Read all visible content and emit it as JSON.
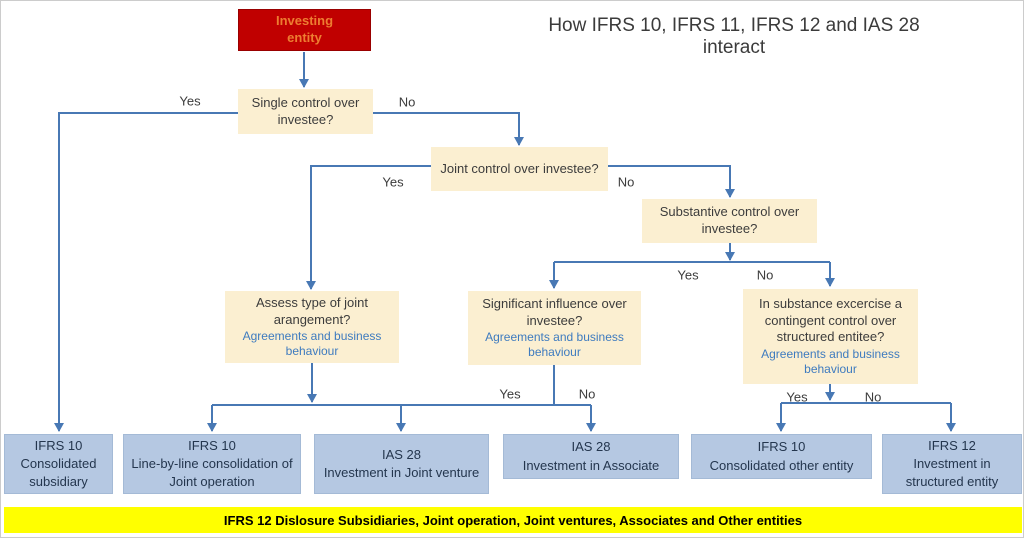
{
  "title": "How IFRS 10, IFRS 11, IFRS 12 and IAS 28 interact",
  "labels": {
    "yes": "Yes",
    "no": "No"
  },
  "root": {
    "label": "Investing entity"
  },
  "decisions": {
    "single": {
      "question": "Single control over investee?"
    },
    "joint": {
      "question": "Joint control over investee?"
    },
    "substantive": {
      "question": "Substantive control over investee?"
    },
    "assess": {
      "question": "Assess type of joint arangement?",
      "note": "Agreements and business behaviour"
    },
    "significant": {
      "question": "Significant influence over investee?",
      "note": "Agreements and business behaviour"
    },
    "insubstance": {
      "question": "In substance excercise a contingent control over structured entitee?",
      "note": "Agreements and business behaviour"
    }
  },
  "outcomes": [
    {
      "standard": "IFRS 10",
      "description": "Consolidated subsidiary"
    },
    {
      "standard": "IFRS 10",
      "description": "Line-by-line consolidation of Joint operation"
    },
    {
      "standard": "IAS 28",
      "description": "Investment in Joint venture"
    },
    {
      "standard": "IAS 28",
      "description": "Investment in Associate"
    },
    {
      "standard": "IFRS 10",
      "description": "Consolidated other entity"
    },
    {
      "standard": "IFRS 12",
      "description": "Investment in structured entity"
    }
  ],
  "banner": {
    "text": "IFRS 12 Dislosure Subsidiaries, Joint operation, Joint ventures, Associates and Other entities"
  },
  "colors": {
    "root_fill": "#c00000",
    "root_text": "#ed7d31",
    "decision_fill": "#fbefd1",
    "decision_text": "#3c3c3c",
    "note_text": "#3e7bbf",
    "outcome_fill": "#b5c8e2",
    "outcome_text": "#24364e",
    "connector": "#4878b4",
    "banner_fill": "#ffff00",
    "banner_text": "#000000"
  }
}
